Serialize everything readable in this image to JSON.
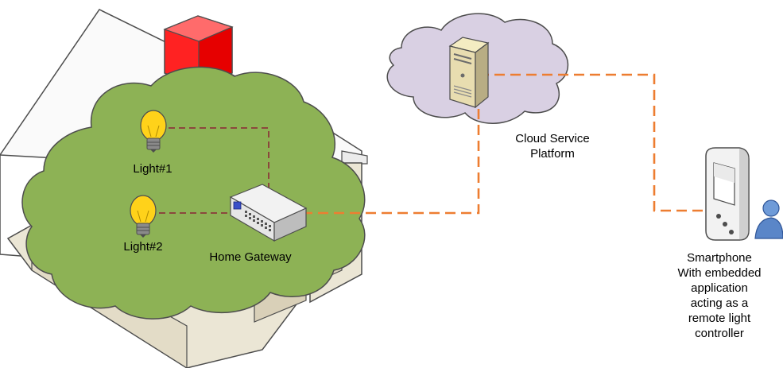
{
  "labels": {
    "light1": "Light#1",
    "light2": "Light#2",
    "gateway": "Home Gateway",
    "cloud": [
      "Cloud Service",
      "Platform"
    ],
    "smartphone": [
      "Smartphone",
      "With embedded",
      "application",
      "acting as a",
      "remote light",
      "controller"
    ]
  },
  "colors": {
    "link_orange": "#ed7d31",
    "link_brown": "#8b3a3a",
    "tree_green": "#8db255",
    "chimney_red": "#ff1a1a",
    "cloud_lilac": "#d9d0e3",
    "bulb_yellow": "#ffd21a"
  },
  "icons": [
    "house-icon",
    "chimney-icon",
    "bulb-icon",
    "gateway-icon",
    "cloud-icon",
    "server-icon",
    "smartphone-icon",
    "user-icon"
  ]
}
